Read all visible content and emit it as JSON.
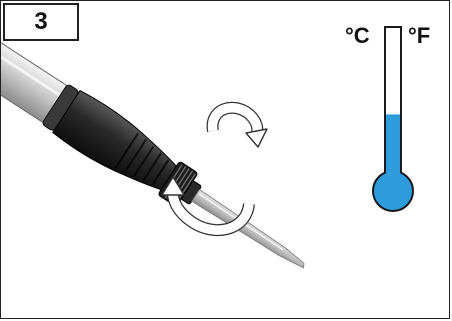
{
  "step": {
    "number": "3"
  },
  "thermometer": {
    "unit_celsius": "°C",
    "unit_fahrenheit": "°F",
    "fill_color": "#2e9bdb",
    "level_fraction": 0.42
  },
  "icons": {
    "tool": "soldering-iron-icon",
    "rotate": "rotate-arrows-icon",
    "temperature": "thermometer-icon"
  }
}
